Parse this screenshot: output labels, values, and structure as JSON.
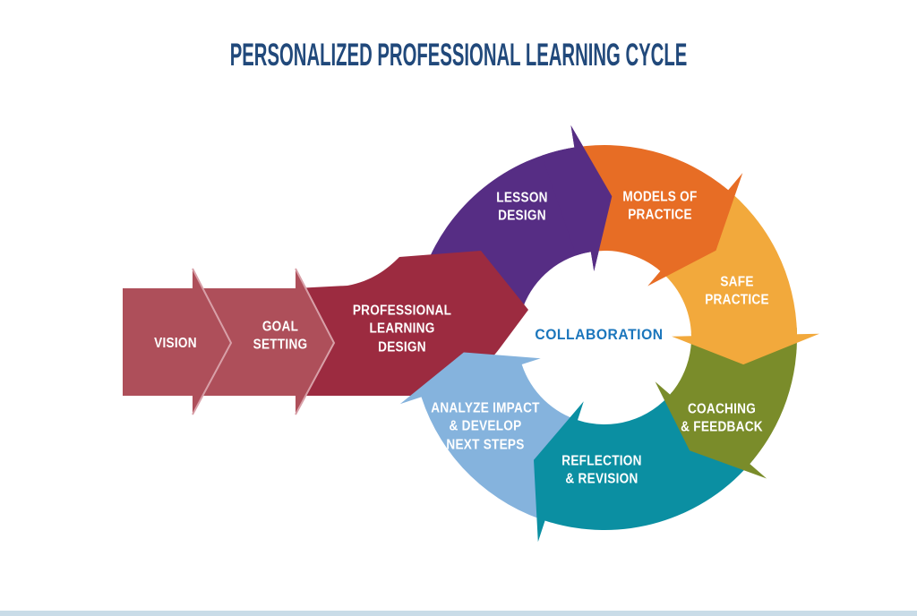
{
  "title": {
    "text": "PERSONALIZED PROFESSIONAL LEARNING CYCLE",
    "color": "#21497b"
  },
  "center": {
    "label": "COLLABORATION",
    "color": "#1b76bc"
  },
  "colors": {
    "background": "#ffffff",
    "chevron_edge": "#d8a0a8"
  },
  "footer": {
    "bar_color": "#c9dce8"
  },
  "flow_steps": [
    {
      "id": "vision",
      "label": "VISION",
      "color": "#ae4f5a"
    },
    {
      "id": "goal-setting",
      "label": "GOAL\nSETTING",
      "color": "#ae4f5a"
    },
    {
      "id": "professional-learning-design",
      "label": "PROFESSIONAL\nLEARNING\nDESIGN",
      "color": "#9c2b40"
    }
  ],
  "ring_segments": [
    {
      "id": "lesson-design",
      "label": "LESSON\nDESIGN",
      "color": "#562d84",
      "tail": 291,
      "head": 351
    },
    {
      "id": "models-of-practice",
      "label": "MODELS OF\nPRACTICE",
      "color": "#e76d25",
      "tail": 349,
      "head": 40
    },
    {
      "id": "safe-practice",
      "label": "SAFE\nPRACTICE",
      "color": "#f2a93c",
      "tail": 38,
      "head": 89
    },
    {
      "id": "coaching-and-feedback",
      "label": "COACHING\n& FEEDBACK",
      "color": "#7a8c2a",
      "tail": 87,
      "head": 131
    },
    {
      "id": "reflection-and-revision",
      "label": "REFLECTION\n& REVISION",
      "color": "#0b8fa2",
      "tail": 129,
      "head": 198
    },
    {
      "id": "analyze-impact",
      "label": "ANALYZE IMPACT\n& DEVELOP\nNEXT STEPS",
      "color": "#85b3dd",
      "tail": 196,
      "head": 252
    }
  ]
}
